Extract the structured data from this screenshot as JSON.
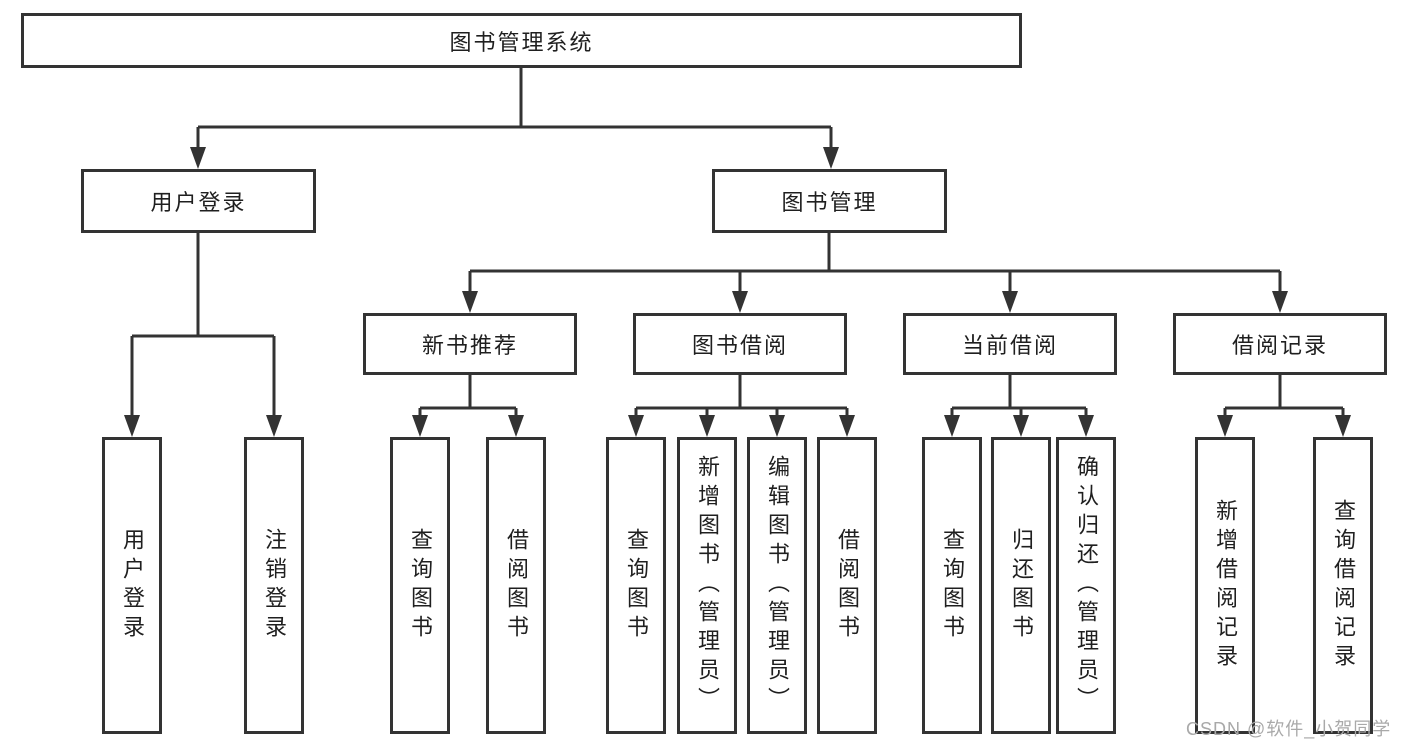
{
  "tree": {
    "label": "图书管理系统",
    "children": [
      {
        "label": "用户登录",
        "children": [
          {
            "label": "用户登录"
          },
          {
            "label": "注销登录"
          }
        ]
      },
      {
        "label": "图书管理",
        "children": [
          {
            "label": "新书推荐",
            "children": [
              {
                "label": "查询图书"
              },
              {
                "label": "借阅图书"
              }
            ]
          },
          {
            "label": "图书借阅",
            "children": [
              {
                "label": "查询图书"
              },
              {
                "label": "新增图书（管理员）"
              },
              {
                "label": "编辑图书（管理员）"
              },
              {
                "label": "借阅图书"
              }
            ]
          },
          {
            "label": "当前借阅",
            "children": [
              {
                "label": "查询图书"
              },
              {
                "label": "归还图书"
              },
              {
                "label": "确认归还（管理员）"
              }
            ]
          },
          {
            "label": "借阅记录",
            "children": [
              {
                "label": "新增借阅记录"
              },
              {
                "label": "查询借阅记录"
              }
            ]
          }
        ]
      }
    ]
  },
  "watermark": {
    "text": "CSDN @软件_小贺同学"
  },
  "colors": {
    "line": "#333333",
    "box_border": "#333333",
    "text": "#1f1f1f",
    "box_background": "#ffffff",
    "page_background": "#ffffff",
    "watermark": "#a9a9a9"
  }
}
